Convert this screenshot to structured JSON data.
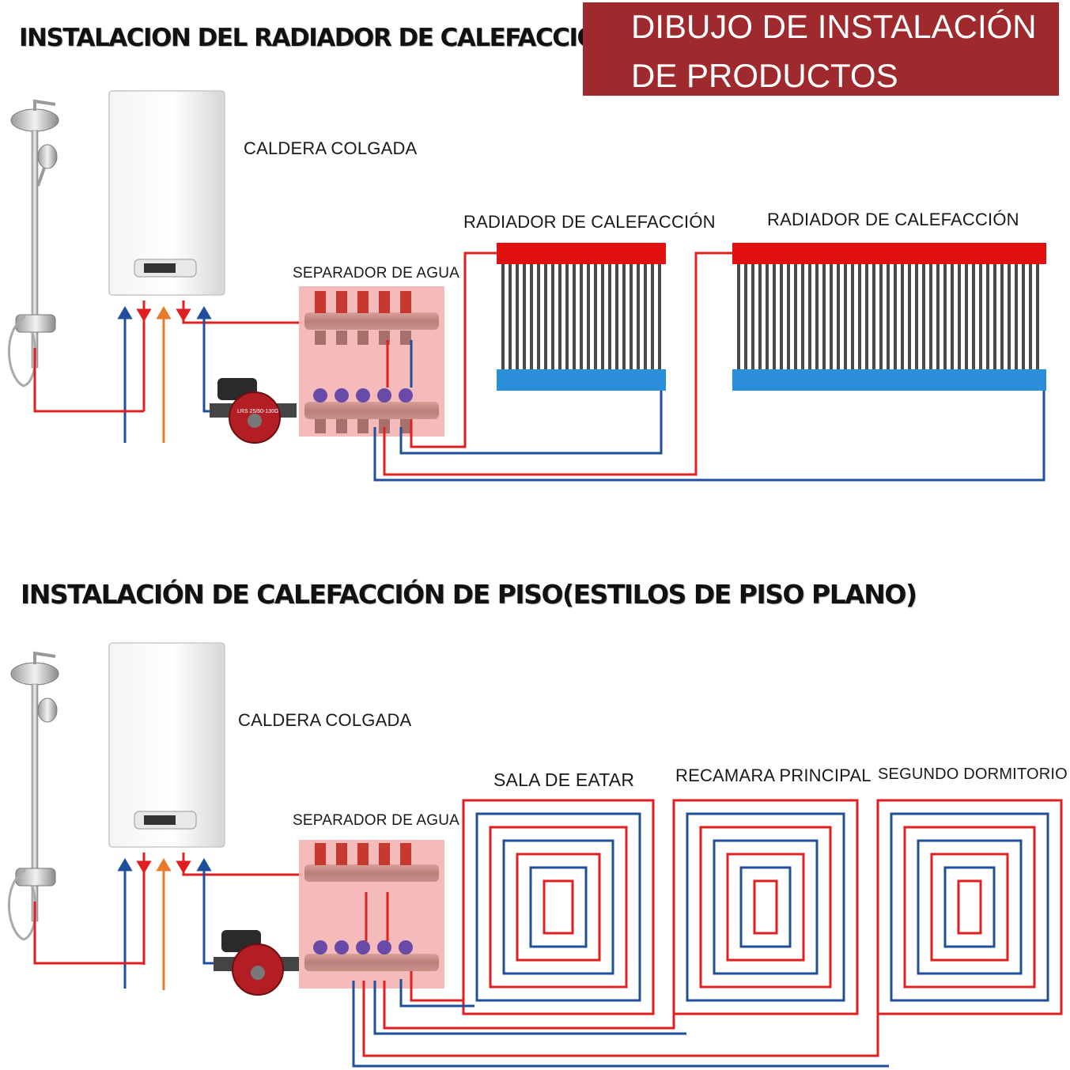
{
  "banner": {
    "line1": "DIBUJO DE INSTALACIÓN",
    "line2": "DE PRODUCTOS",
    "color": "#9e2a2e"
  },
  "section1": {
    "title": "INSTALACION DEL RADIADOR DE CALEFACCIÓN",
    "boiler_label": "CALDERA COLGADA",
    "separator_label": "SEPARADOR DE AGUA",
    "radiator1_label": "RADIADOR DE CALEFACCIÓN",
    "radiator2_label": "RADIADOR DE CALEFACCIÓN"
  },
  "section2": {
    "title": "INSTALACIÓN DE CALEFACCIÓN DE PISO(ESTILOS DE PISO PLANO)",
    "boiler_label": "CALDERA COLGADA",
    "separator_label": "SEPARADOR DE AGUA",
    "room1_label": "SALA DE EATAR",
    "room2_label": "RECAMARA PRINCIPAL",
    "room3_label": "SEGUNDO DORMITORIO"
  },
  "pump_text": "LRS 25/60-130G",
  "colors": {
    "hot": "#e02020",
    "cold": "#1f4e9c",
    "gas": "#e87a2e",
    "radiator_top": "#e01010",
    "radiator_bottom": "#2a8ed8"
  },
  "icons": [
    "shower-icon",
    "boiler-icon",
    "pump-icon",
    "manifold-icon",
    "radiator-icon",
    "floor-coil-icon"
  ]
}
